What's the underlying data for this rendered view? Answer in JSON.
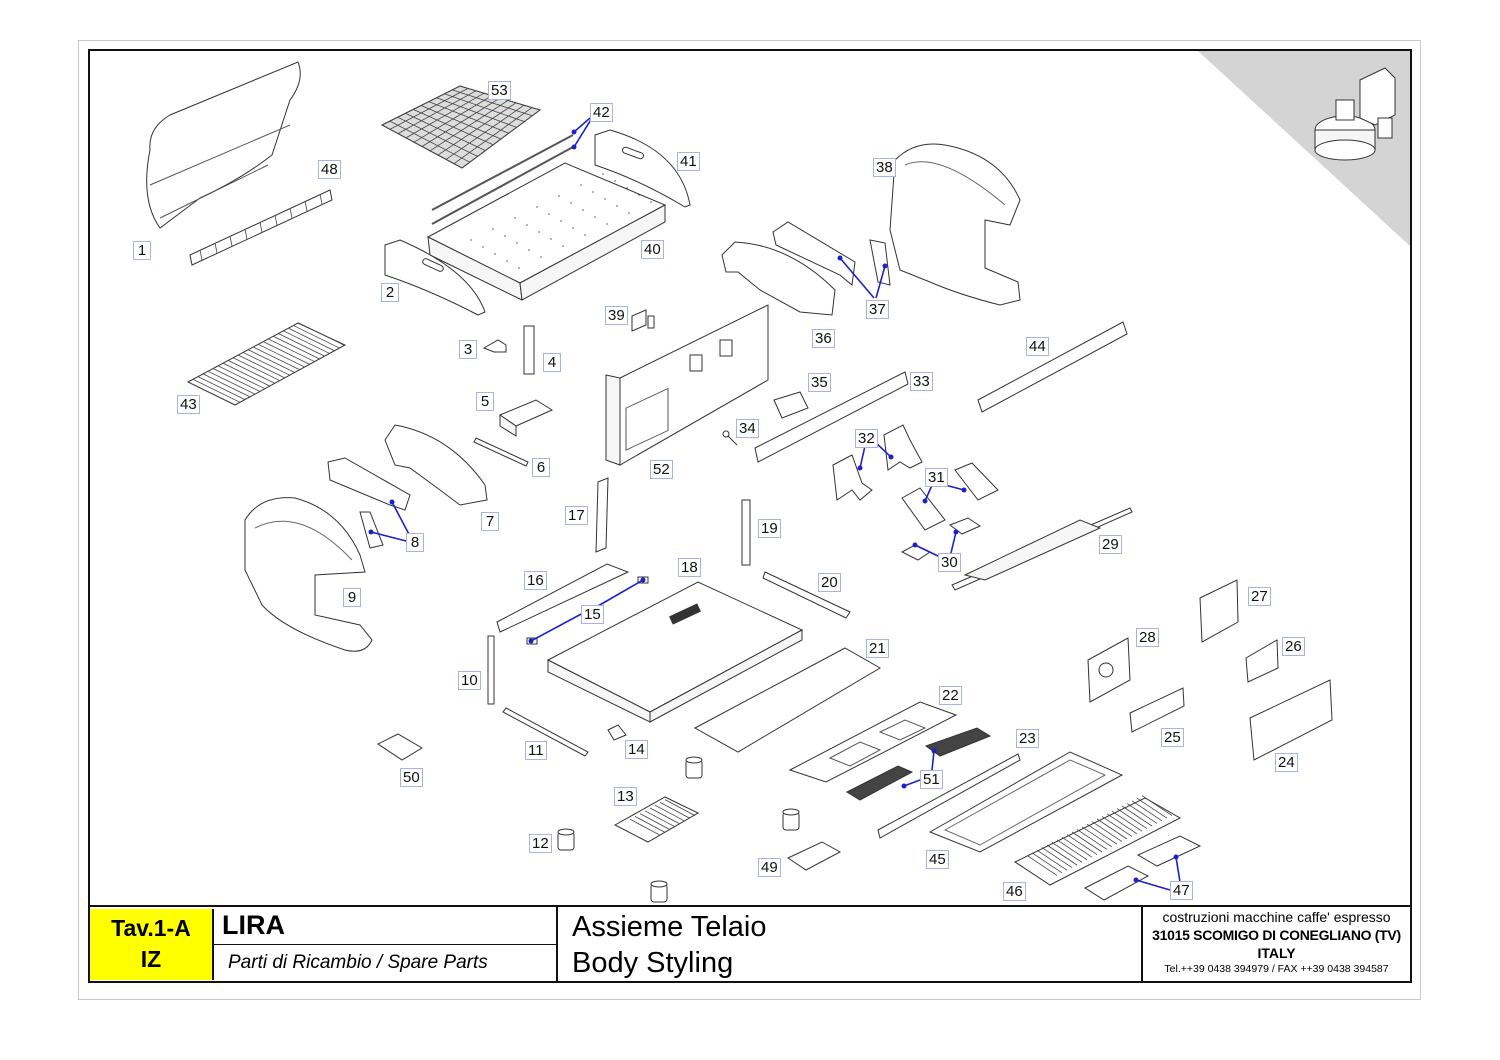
{
  "sheet": {
    "code": "Tav.1-A",
    "variant": "IZ",
    "model": "LIRA",
    "subtitle": "Parti di Ricambio / Spare Parts",
    "description_it": "Assieme Telaio",
    "description_en": "Body Styling",
    "company": {
      "tagline": "costruzioni macchine caffe' espresso",
      "address": "31015 SCOMIGO DI CONEGLIANO (TV)",
      "country": "ITALY",
      "contact": "Tel.++39 0438 394979 / FAX ++39 0438 394587"
    },
    "highlight_color": "#ffff00",
    "leader_color": "#1a22c8",
    "label_border_color": "#aab0e8",
    "corner_shade_color": "#d4d4d4"
  },
  "parts": [
    {
      "id": "1",
      "name": "front-panel-left"
    },
    {
      "id": "2",
      "name": "side-panel-left"
    },
    {
      "id": "3",
      "name": "small-bracket"
    },
    {
      "id": "4",
      "name": "plate"
    },
    {
      "id": "5",
      "name": "support-bracket"
    },
    {
      "id": "6",
      "name": "strip"
    },
    {
      "id": "7",
      "name": "side-cover-left"
    },
    {
      "id": "8",
      "name": "brackets-left"
    },
    {
      "id": "9",
      "name": "side-shell-left"
    },
    {
      "id": "10",
      "name": "upright"
    },
    {
      "id": "11",
      "name": "rail"
    },
    {
      "id": "12",
      "name": "foot"
    },
    {
      "id": "13",
      "name": "drip-grid-small"
    },
    {
      "id": "14",
      "name": "clip"
    },
    {
      "id": "15",
      "name": "fasteners"
    },
    {
      "id": "16",
      "name": "rail-left"
    },
    {
      "id": "17",
      "name": "support-arm"
    },
    {
      "id": "18",
      "name": "base-frame"
    },
    {
      "id": "19",
      "name": "upright-support"
    },
    {
      "id": "20",
      "name": "rail-right"
    },
    {
      "id": "21",
      "name": "drip-tray-inner"
    },
    {
      "id": "22",
      "name": "top-plate"
    },
    {
      "id": "23",
      "name": "bar"
    },
    {
      "id": "24",
      "name": "cover-box"
    },
    {
      "id": "25",
      "name": "plate-cutout"
    },
    {
      "id": "26",
      "name": "small-plate"
    },
    {
      "id": "27",
      "name": "rear-plate"
    },
    {
      "id": "28",
      "name": "mount-plate"
    },
    {
      "id": "29",
      "name": "lower-frame"
    },
    {
      "id": "30",
      "name": "corner-brackets"
    },
    {
      "id": "31",
      "name": "mount-brackets"
    },
    {
      "id": "32",
      "name": "side-brackets"
    },
    {
      "id": "33",
      "name": "front-crossbar"
    },
    {
      "id": "34",
      "name": "key"
    },
    {
      "id": "35",
      "name": "angle-bracket"
    },
    {
      "id": "36",
      "name": "side-cover-right"
    },
    {
      "id": "37",
      "name": "brackets-right"
    },
    {
      "id": "38",
      "name": "side-shell-right"
    },
    {
      "id": "39",
      "name": "hinge"
    },
    {
      "id": "40",
      "name": "cup-tray"
    },
    {
      "id": "41",
      "name": "side-panel-right"
    },
    {
      "id": "42",
      "name": "rods"
    },
    {
      "id": "43",
      "name": "cup-grid"
    },
    {
      "id": "44",
      "name": "rear-crossbar"
    },
    {
      "id": "45",
      "name": "drip-tray"
    },
    {
      "id": "46",
      "name": "drip-grate"
    },
    {
      "id": "47",
      "name": "small-grates"
    },
    {
      "id": "48",
      "name": "slotted-strip"
    },
    {
      "id": "49",
      "name": "cover-clip"
    },
    {
      "id": "50",
      "name": "u-bracket"
    },
    {
      "id": "51",
      "name": "filters"
    },
    {
      "id": "52",
      "name": "main-chassis"
    },
    {
      "id": "53",
      "name": "top-mesh"
    }
  ]
}
